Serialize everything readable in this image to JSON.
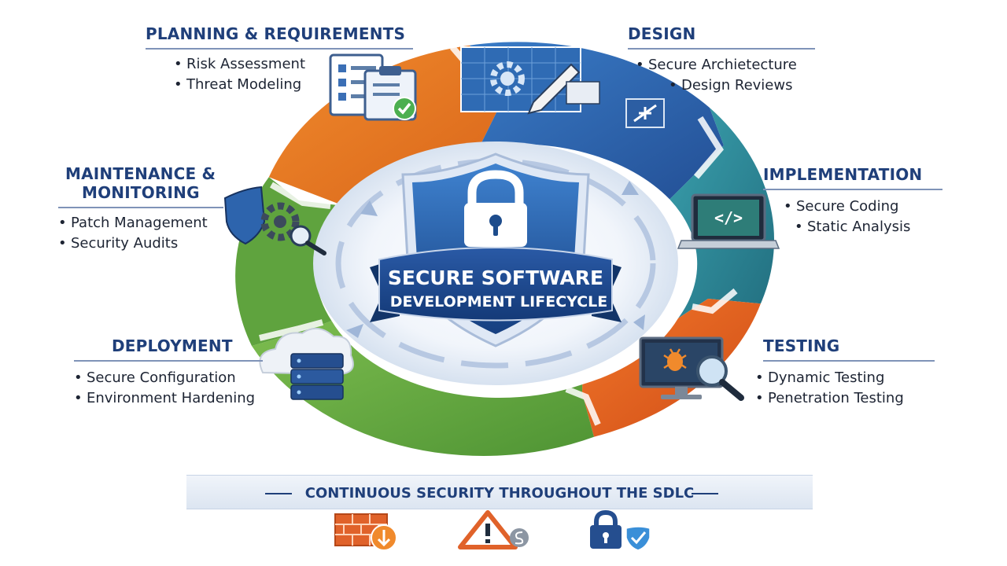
{
  "center_title": {
    "line1": "SECURE SOFTWARE",
    "line2": "DEVELOPMENT LIFECYCLE"
  },
  "phases": {
    "planning": {
      "title": "PLANNING & REQUIREMENTS",
      "items": [
        "Risk Assessment",
        "Threat Modeling"
      ]
    },
    "design": {
      "title": "DESIGN",
      "items": [
        "Secure Archietecture",
        "Design Reviews"
      ]
    },
    "implementation": {
      "title": "IMPLEMENTATION",
      "items": [
        "Secure Coding",
        "Static Analysis"
      ]
    },
    "testing": {
      "title": "TESTING",
      "items": [
        "Dynamic Testing",
        "Penetration Testing"
      ]
    },
    "deployment": {
      "title": "DEPLOYMENT",
      "items": [
        "Secure Configuration",
        "Environment Hardening"
      ]
    },
    "maintenance": {
      "title_line1": "MAINTENANCE &",
      "title_line2": "MONITORING",
      "items": [
        "Patch Management",
        "Security Audits"
      ]
    }
  },
  "code_icon_text": "</>",
  "banner": {
    "text": "CONTINUOUS SECURITY THROUGHOUT THE SDLC"
  },
  "colors": {
    "orange": "#e8701f",
    "blue": "#2d64ad",
    "teal": "#2b8a98",
    "orange_red": "#e35e1e",
    "green": "#6bad44",
    "navy": "#1f3f7a"
  },
  "icons": [
    "checklist-icon",
    "gear-blueprint-icon",
    "laptop-code-icon",
    "bug-monitor-icon",
    "cloud-server-icon",
    "shield-gear-icon",
    "lock-shield-icon",
    "firewall-icon",
    "warning-icon",
    "padlock-check-icon"
  ]
}
